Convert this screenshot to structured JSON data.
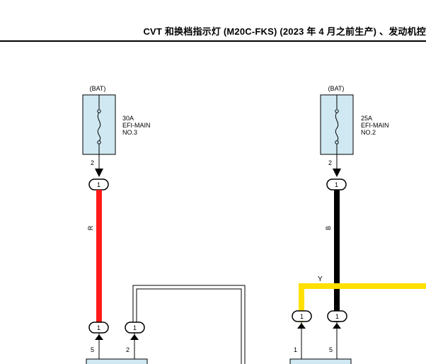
{
  "header": {
    "title": "CVT 和换档指示灯 (M20C-FKS) (2023 年 4 月之前生产) 、发动机控"
  },
  "colors": {
    "fuse_box_fill": "#cfe8f2",
    "red": "#ff1a1a",
    "black": "#000000",
    "yellow": "#ffe000"
  },
  "fuses": [
    {
      "source": "(BAT)",
      "rating": "30A",
      "name": "EFI-MAIN",
      "number": "NO.3",
      "out_pin": "2"
    },
    {
      "source": "(BAT)",
      "rating": "25A",
      "name": "EFI-MAIN",
      "number": "NO.2",
      "out_pin": "2"
    }
  ],
  "wires": {
    "left_color": "R",
    "right_color": "B",
    "yellow_color": "Y"
  },
  "connectors": {
    "left_top": "1",
    "right_top": "1",
    "left_bottom_a": "1",
    "left_bottom_b": "1",
    "right_bottom_a": "1",
    "right_bottom_b": "1"
  },
  "pins": {
    "left_bottom_a": "5",
    "left_bottom_b": "2",
    "right_bottom_a": "1",
    "right_bottom_b": "5"
  }
}
